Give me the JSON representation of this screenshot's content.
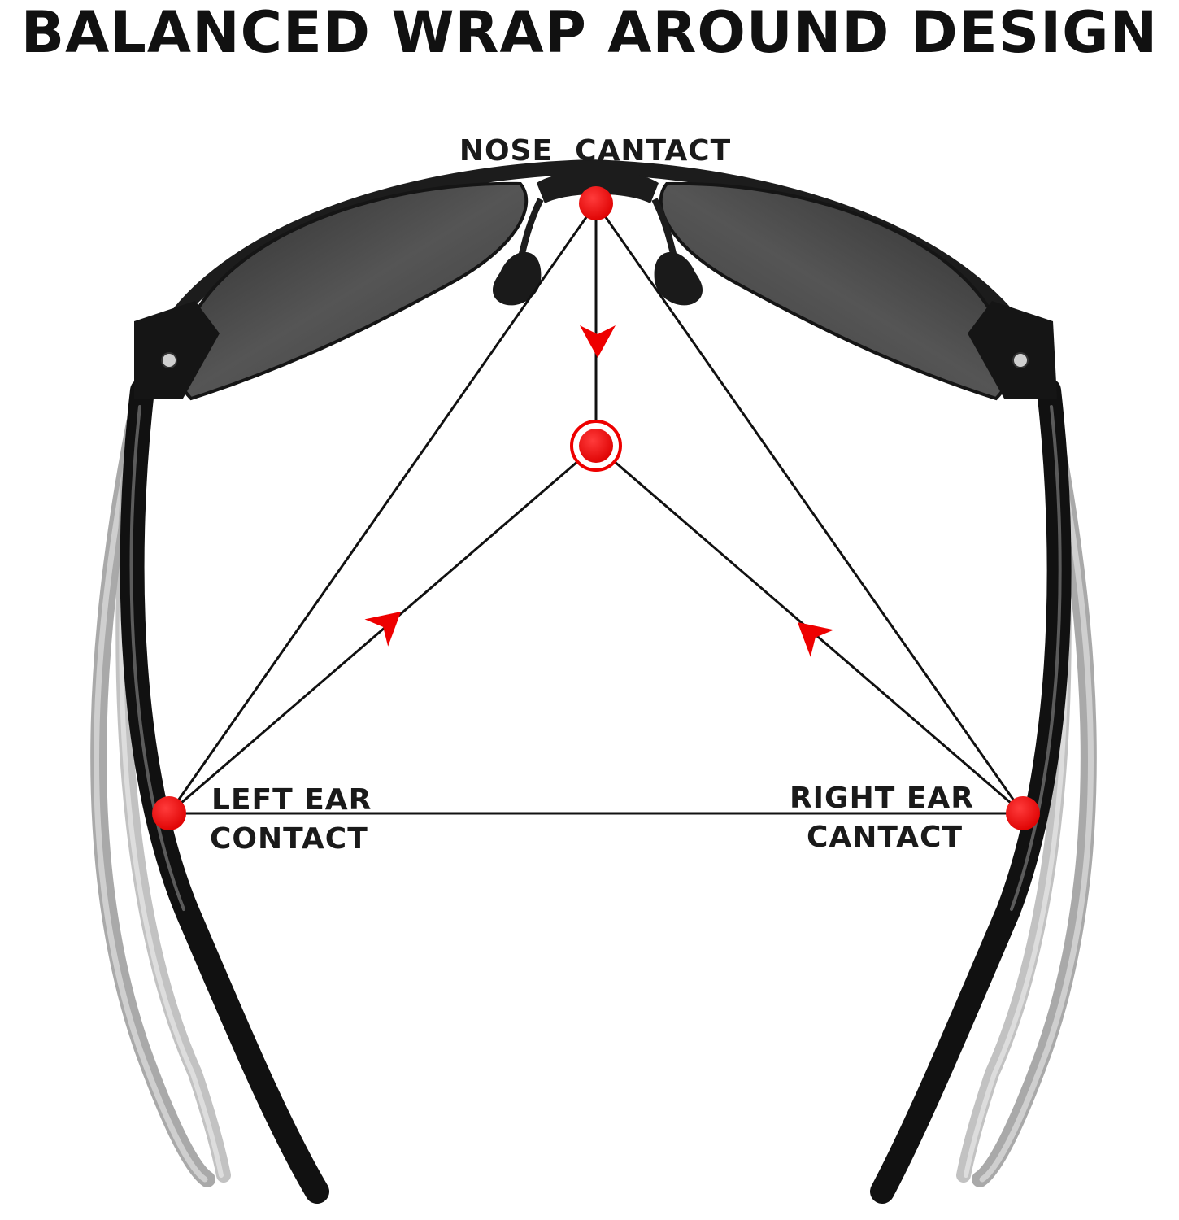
{
  "headline": "BALANCED WRAP AROUND DESIGN",
  "labels": {
    "nose": "NOSE  CANTACT",
    "left_ear_line1": "LEFT EAR",
    "left_ear_line2": "CONTACT",
    "right_ear_line1": "RIGHT EAR",
    "right_ear_line2": "CANTACT"
  },
  "colors": {
    "background": "#ffffff",
    "text": "#111111",
    "contact_point": "#ee0000",
    "guide_line": "#111111",
    "frame": "#1a1a1a",
    "lens": "#3a3a3a",
    "ghost_temple": "#9a9a9a"
  },
  "icons": {
    "contact_point": "red-dot",
    "center_point": "red-target-circle",
    "direction_arrow": "red-arrowhead"
  }
}
